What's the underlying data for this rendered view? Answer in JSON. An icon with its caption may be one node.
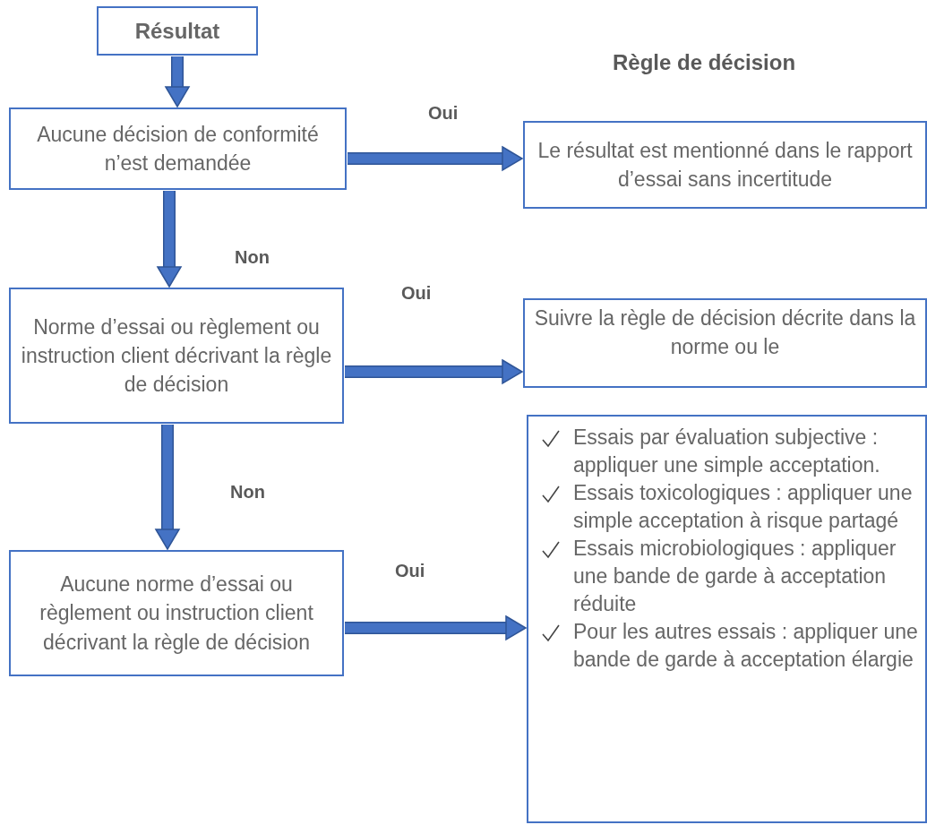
{
  "diagram": {
    "title": "Règle de décision",
    "nodes": [
      {
        "text": [
          "Résultat"
        ]
      },
      {
        "text": [
          "Aucune décision de conformité n’est demandée"
        ]
      },
      {
        "text": [
          "Le résultat est mentionné dans le rapport d’essai sans incertitude"
        ]
      },
      {
        "text": [
          "Norme d’essai ou règlement ou instruction client décrivant la règle de décision"
        ]
      },
      {
        "text": [
          "Suivre la règle de décision décrite dans la norme ou le"
        ]
      },
      {
        "text": [
          "Aucune norme d’essai ou règlement ou instruction client décrivant la règle de décision"
        ]
      },
      {
        "text": [
          "Essais par évaluation subjective : appliquer une simple acceptation.",
          "Essais toxicologiques : appliquer une simple acceptation à risque partagé",
          "Essais microbiologiques : appliquer une bande de garde à acceptation réduite",
          "Pour les autres essais : appliquer une bande de garde à acceptation élargie"
        ]
      }
    ],
    "edges": [
      {
        "from": 0,
        "to": 1,
        "arrow": "to"
      },
      {
        "from": 1,
        "to": 2,
        "arrow": "to",
        "label": "Oui"
      },
      {
        "from": 1,
        "to": 3,
        "arrow": "to",
        "label": "Non"
      },
      {
        "from": 3,
        "to": 4,
        "arrow": "to",
        "label": "Oui"
      },
      {
        "from": 3,
        "to": 5,
        "arrow": "to",
        "label": "Non"
      },
      {
        "from": 5,
        "to": 6,
        "arrow": "to",
        "label": "Oui"
      }
    ]
  }
}
